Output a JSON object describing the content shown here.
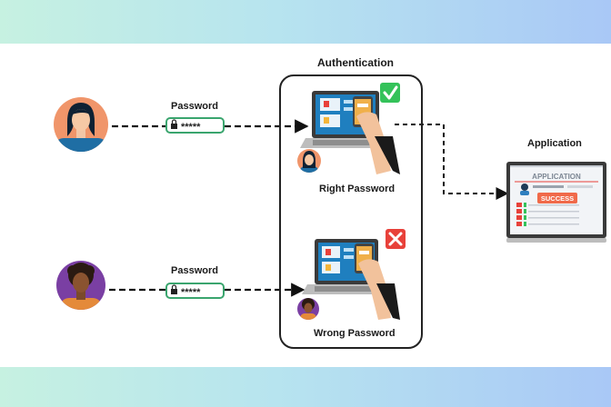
{
  "diagram": {
    "auth_title": "Authentication",
    "app_title": "Application",
    "top_password_label": "Password",
    "bottom_password_label": "Password",
    "right_label": "Right Password",
    "wrong_label": "Wrong Password",
    "screen_app_header": "APPLICATION",
    "screen_success": "SUCCESS",
    "password_mask": "*****",
    "colors": {
      "success_green": "#34c25a",
      "error_red": "#e8413a",
      "avatar_user_1": "#f0956a",
      "avatar_user_2": "#7a3fa3",
      "laptop_screen": "#1f7fbf",
      "field_green": "#3aa56e"
    },
    "icons": [
      "check-icon",
      "cross-icon",
      "lock-icon",
      "user-avatar-icon",
      "laptop-icon",
      "hand-phone-icon"
    ]
  }
}
